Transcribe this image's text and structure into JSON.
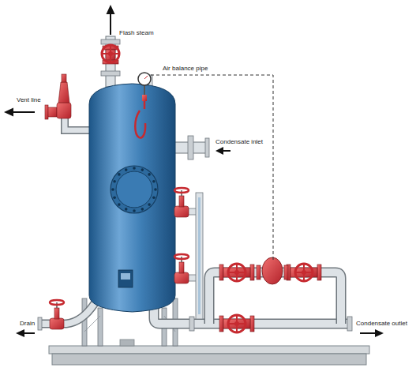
{
  "diagram": {
    "labels": [
      "Flash steam",
      "Air balance pipe",
      "Vent line",
      "Condensate inlet",
      "Drain",
      "Condensate outlet"
    ]
  }
}
